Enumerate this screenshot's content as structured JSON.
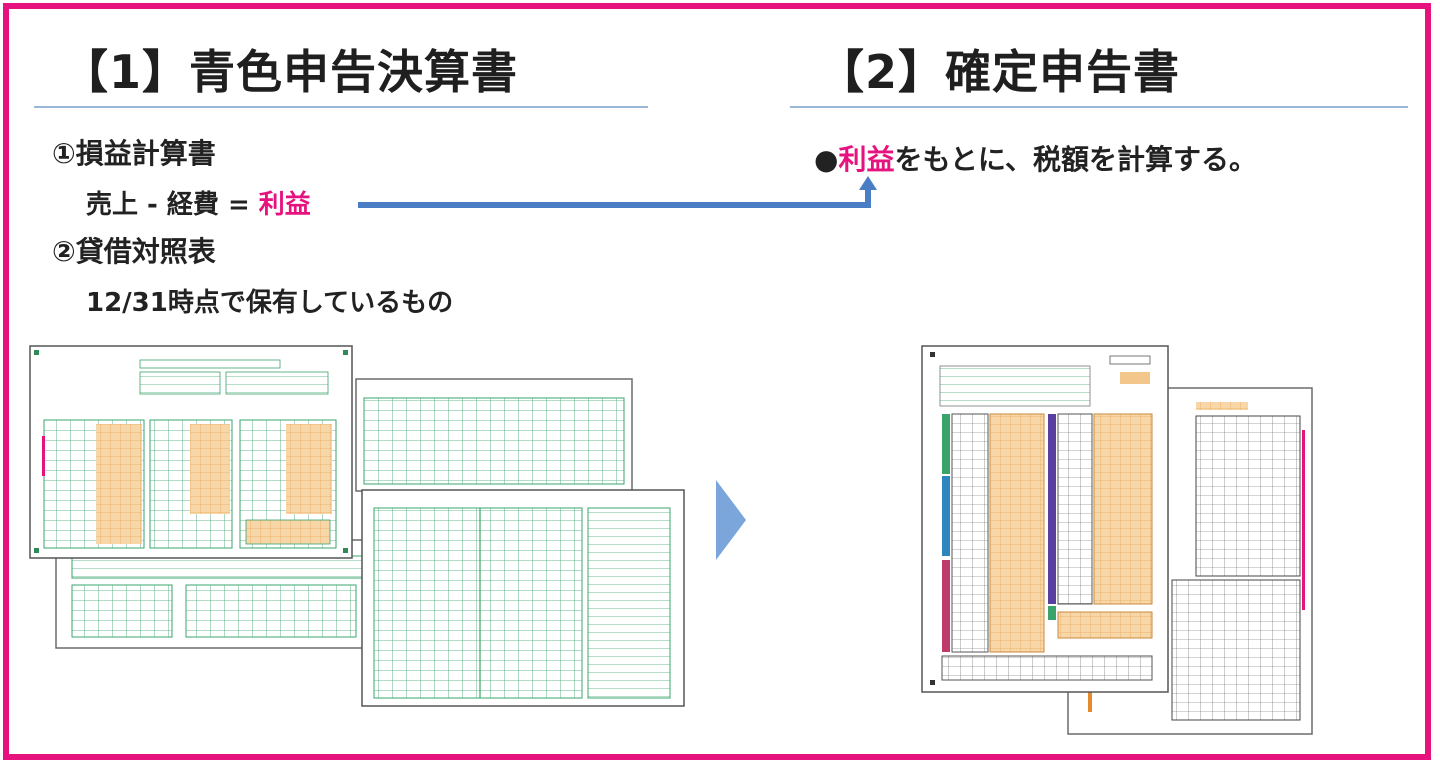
{
  "left": {
    "heading": "【1】青色申告決算書",
    "item1": {
      "label": "①損益計算書",
      "formula_prefix": "売上 - 経費 = ",
      "formula_result": "利益"
    },
    "item2": {
      "label": "②貸借対照表",
      "description": "12/31時点で保有しているもの"
    }
  },
  "right": {
    "heading": "【2】確定申告書",
    "bullet": "●",
    "highlight": "利益",
    "rest": "をもとに、税額を計算する。"
  },
  "colors": {
    "frame": "#e6137f",
    "highlight": "#e6137f",
    "connector_arrow": "#4a7ec4",
    "chevron": "#7aa6dc",
    "form_green": "#3aa46b",
    "form_orange": "#f3c68c"
  },
  "icons": {
    "flow": "chevron-right-icon",
    "connector": "elbow-arrow-icon"
  }
}
